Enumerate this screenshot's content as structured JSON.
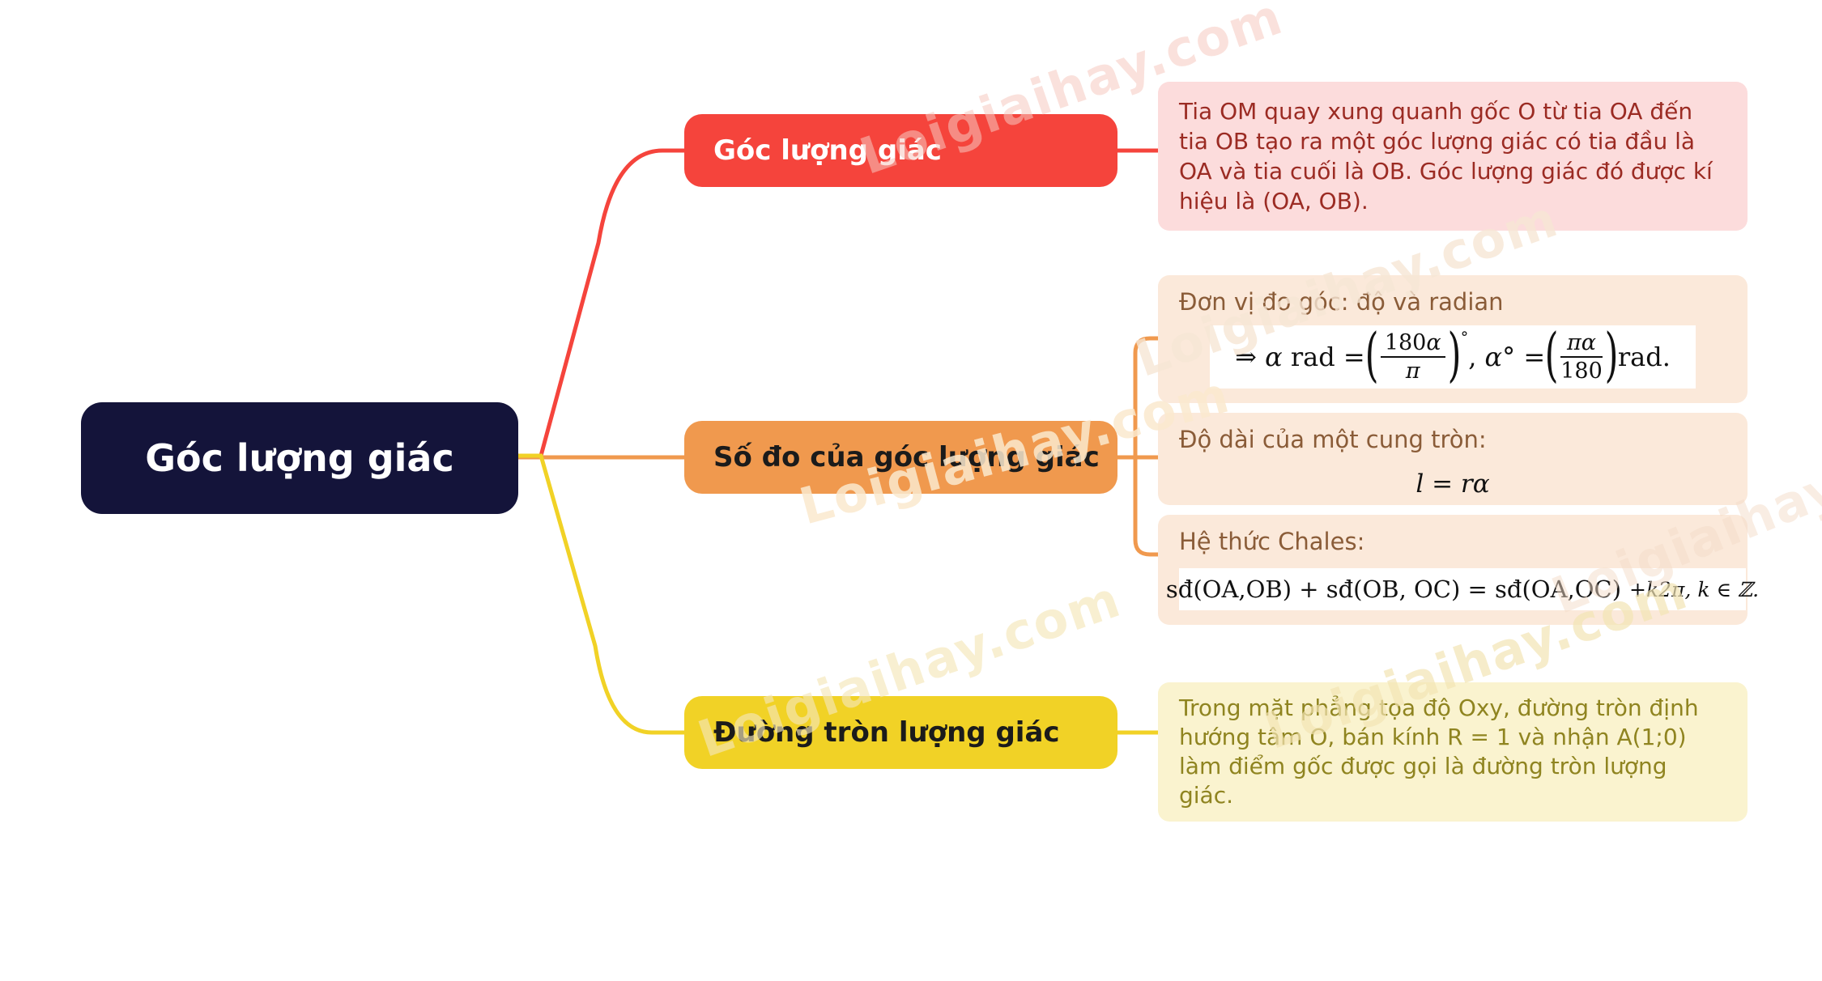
{
  "root": {
    "label": "Góc lượng giác"
  },
  "b1": {
    "label": "Góc lượng giác",
    "note": "Tia OM quay xung quanh gốc O từ tia OA đến tia OB tạo ra một góc lượng giác có tia đầu là OA và tia cuối là OB. Góc lượng giác đó được kí hiệu là (OA, OB)."
  },
  "b2": {
    "label": "Số đo của góc lượng giác",
    "unit": {
      "heading": "Đơn vị đo góc: độ và radian",
      "f": {
        "arrow": "⇒",
        "alpha": "α",
        "rad": "rad",
        "eq": "=",
        "lparen": "(",
        "num1d": "180",
        "num1v": "α",
        "den1": "π",
        "rparen": ")",
        "deg": "°",
        "comma": ",",
        "alpha2": "α°",
        "eq2": "=",
        "num2": "πα",
        "den2": "180",
        "tail": "rad."
      }
    },
    "arc": {
      "heading": "Độ dài của một cung tròn:",
      "formula": "l = rα"
    },
    "chales": {
      "heading": "Hệ thức Chales:",
      "main": "sđ(OA,OB) + sđ(OB, OC) = sđ(OA,OC)",
      "tail": "+k2π, k ∈ ℤ."
    }
  },
  "b3": {
    "label": "Đường tròn lượng giác",
    "note": "Trong mặt phẳng tọa độ Oxy, đường tròn định hướng tâm O, bán kính R = 1 và nhận A(1;0) làm điểm gốc được gọi là đường tròn lượng giác."
  },
  "watermark": {
    "text": "Loigiaihay.com"
  },
  "colors": {
    "root_bg": "#14143a",
    "branch1": "#f5443c",
    "branch1_note_bg": "#fcdcdc",
    "branch1_note_text": "#9b2b23",
    "branch2": "#f0994e",
    "branch2_note_bg": "#fbe9da",
    "branch2_note_text": "#8a5c38",
    "branch3": "#f1d226",
    "branch3_note_bg": "#faf3cf",
    "bran3_note_text": "#8f8420"
  }
}
